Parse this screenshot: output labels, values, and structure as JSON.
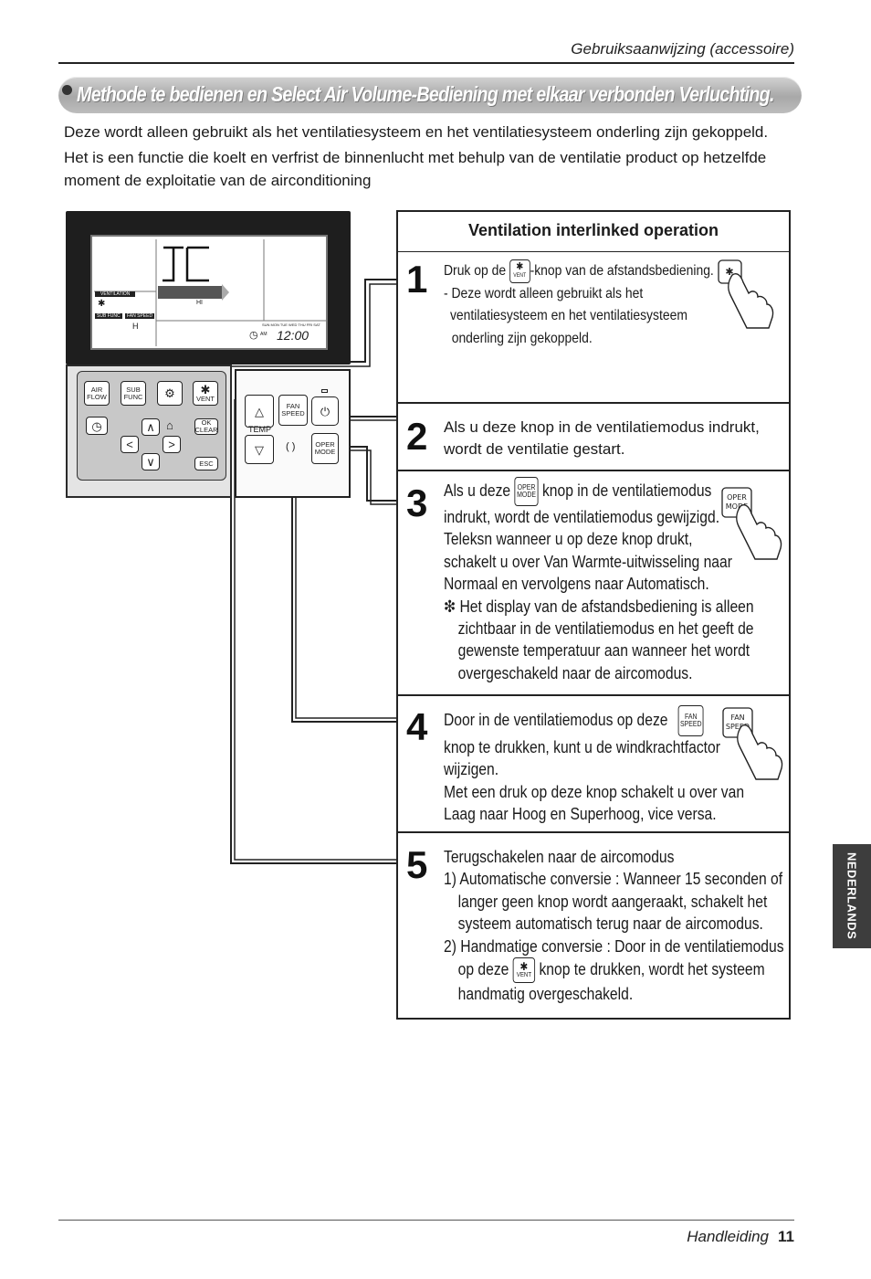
{
  "header": {
    "title": "Gebruiksaanwijzing (accessoire)"
  },
  "section": {
    "title": "Methode te bedienen en Select Air Volume-Bediening met elkaar verbonden Verluchting."
  },
  "intro": {
    "p1": "Deze wordt alleen gebruikt als het ventilatiesysteem en het ventilatiesysteem onderling zijn gekoppeld.",
    "p2": "Het is een functie die koelt en verfrist de binnenlucht met behulp van de ventilatie product op hetzelfde moment de exploitatie van de airconditioning"
  },
  "remote": {
    "display": {
      "ventilation": "VENTILATION",
      "hi": "HI",
      "sub_func": "SUB FUNC",
      "fan_speed": "FAN SPEED",
      "h": "H",
      "am": "AM",
      "clock": "12:00",
      "days": "SUN MON TUE WED THU FRI SAT"
    },
    "buttons": {
      "air_flow": "AIR FLOW",
      "sub_func": "SUB FUNC",
      "vent": "VENT",
      "ok_clear": "OK CLEAR",
      "esc": "ESC",
      "temp": "TEMP",
      "fan_speed": "FAN SPEED",
      "oper_mode": "OPER MODE"
    }
  },
  "table": {
    "heading": "Ventilation interlinked operation",
    "steps": [
      {
        "num": "1",
        "line1_pre": "Druk op de",
        "line1_post": "-knop van de afstandsbediening.",
        "line2": "- Deze wordt alleen gebruikt als het",
        "line3": "ventilatiesysteem en het ventilatiesysteem",
        "line4": "onderling zijn gekoppeld."
      },
      {
        "num": "2",
        "line1": "Als u deze knop in de ventilatiemodus indrukt,",
        "line2": "wordt de ventilatie gestart."
      },
      {
        "num": "3",
        "line1_pre": "Als u deze",
        "line1_post": "knop in de ventilatiemodus",
        "line2": "indrukt, wordt de ventilatiemodus gewijzigd.",
        "line3": "Teleksn wanneer u op deze knop drukt,",
        "line4": "schakelt u over Van Warmte-uitwisseling naar",
        "line5": "Normaal en vervolgens naar Automatisch.",
        "note1": "❇ Het display van de afstandsbediening is alleen",
        "note2": "zichtbaar in de ventilatiemodus en het geeft de",
        "note3": "gewenste temperatuur aan wanneer het wordt",
        "note4": "overgeschakeld naar de aircomodus."
      },
      {
        "num": "4",
        "line1": "Door in de ventilatiemodus op deze",
        "line2": "knop te drukken, kunt u de windkrachtfactor",
        "line3": "wijzigen.",
        "line4": "Met een druk op deze knop schakelt u over van",
        "line5": "Laag naar Hoog en Superhoog, vice versa."
      },
      {
        "num": "5",
        "line1": "Terugschakelen naar de aircomodus",
        "line2": "1) Automatische conversie : Wanneer 15 seconden of",
        "line3": "langer geen knop wordt aangeraakt, schakelt het",
        "line4": "systeem automatisch terug naar de aircomodus.",
        "line5": "2) Handmatige conversie : Door in de ventilatiemodus",
        "line6_pre": "op deze",
        "line6_post": "knop te drukken, wordt het systeem",
        "line7": "handmatig overgeschakeld."
      }
    ],
    "inline_labels": {
      "vent": "VENT",
      "oper1": "OPER",
      "oper2": "MODE",
      "fan1": "FAN",
      "fan2": "SPEED"
    }
  },
  "side_tab": {
    "label": "NEDERLANDS"
  },
  "footer": {
    "label": "Handleiding",
    "page": "11"
  }
}
